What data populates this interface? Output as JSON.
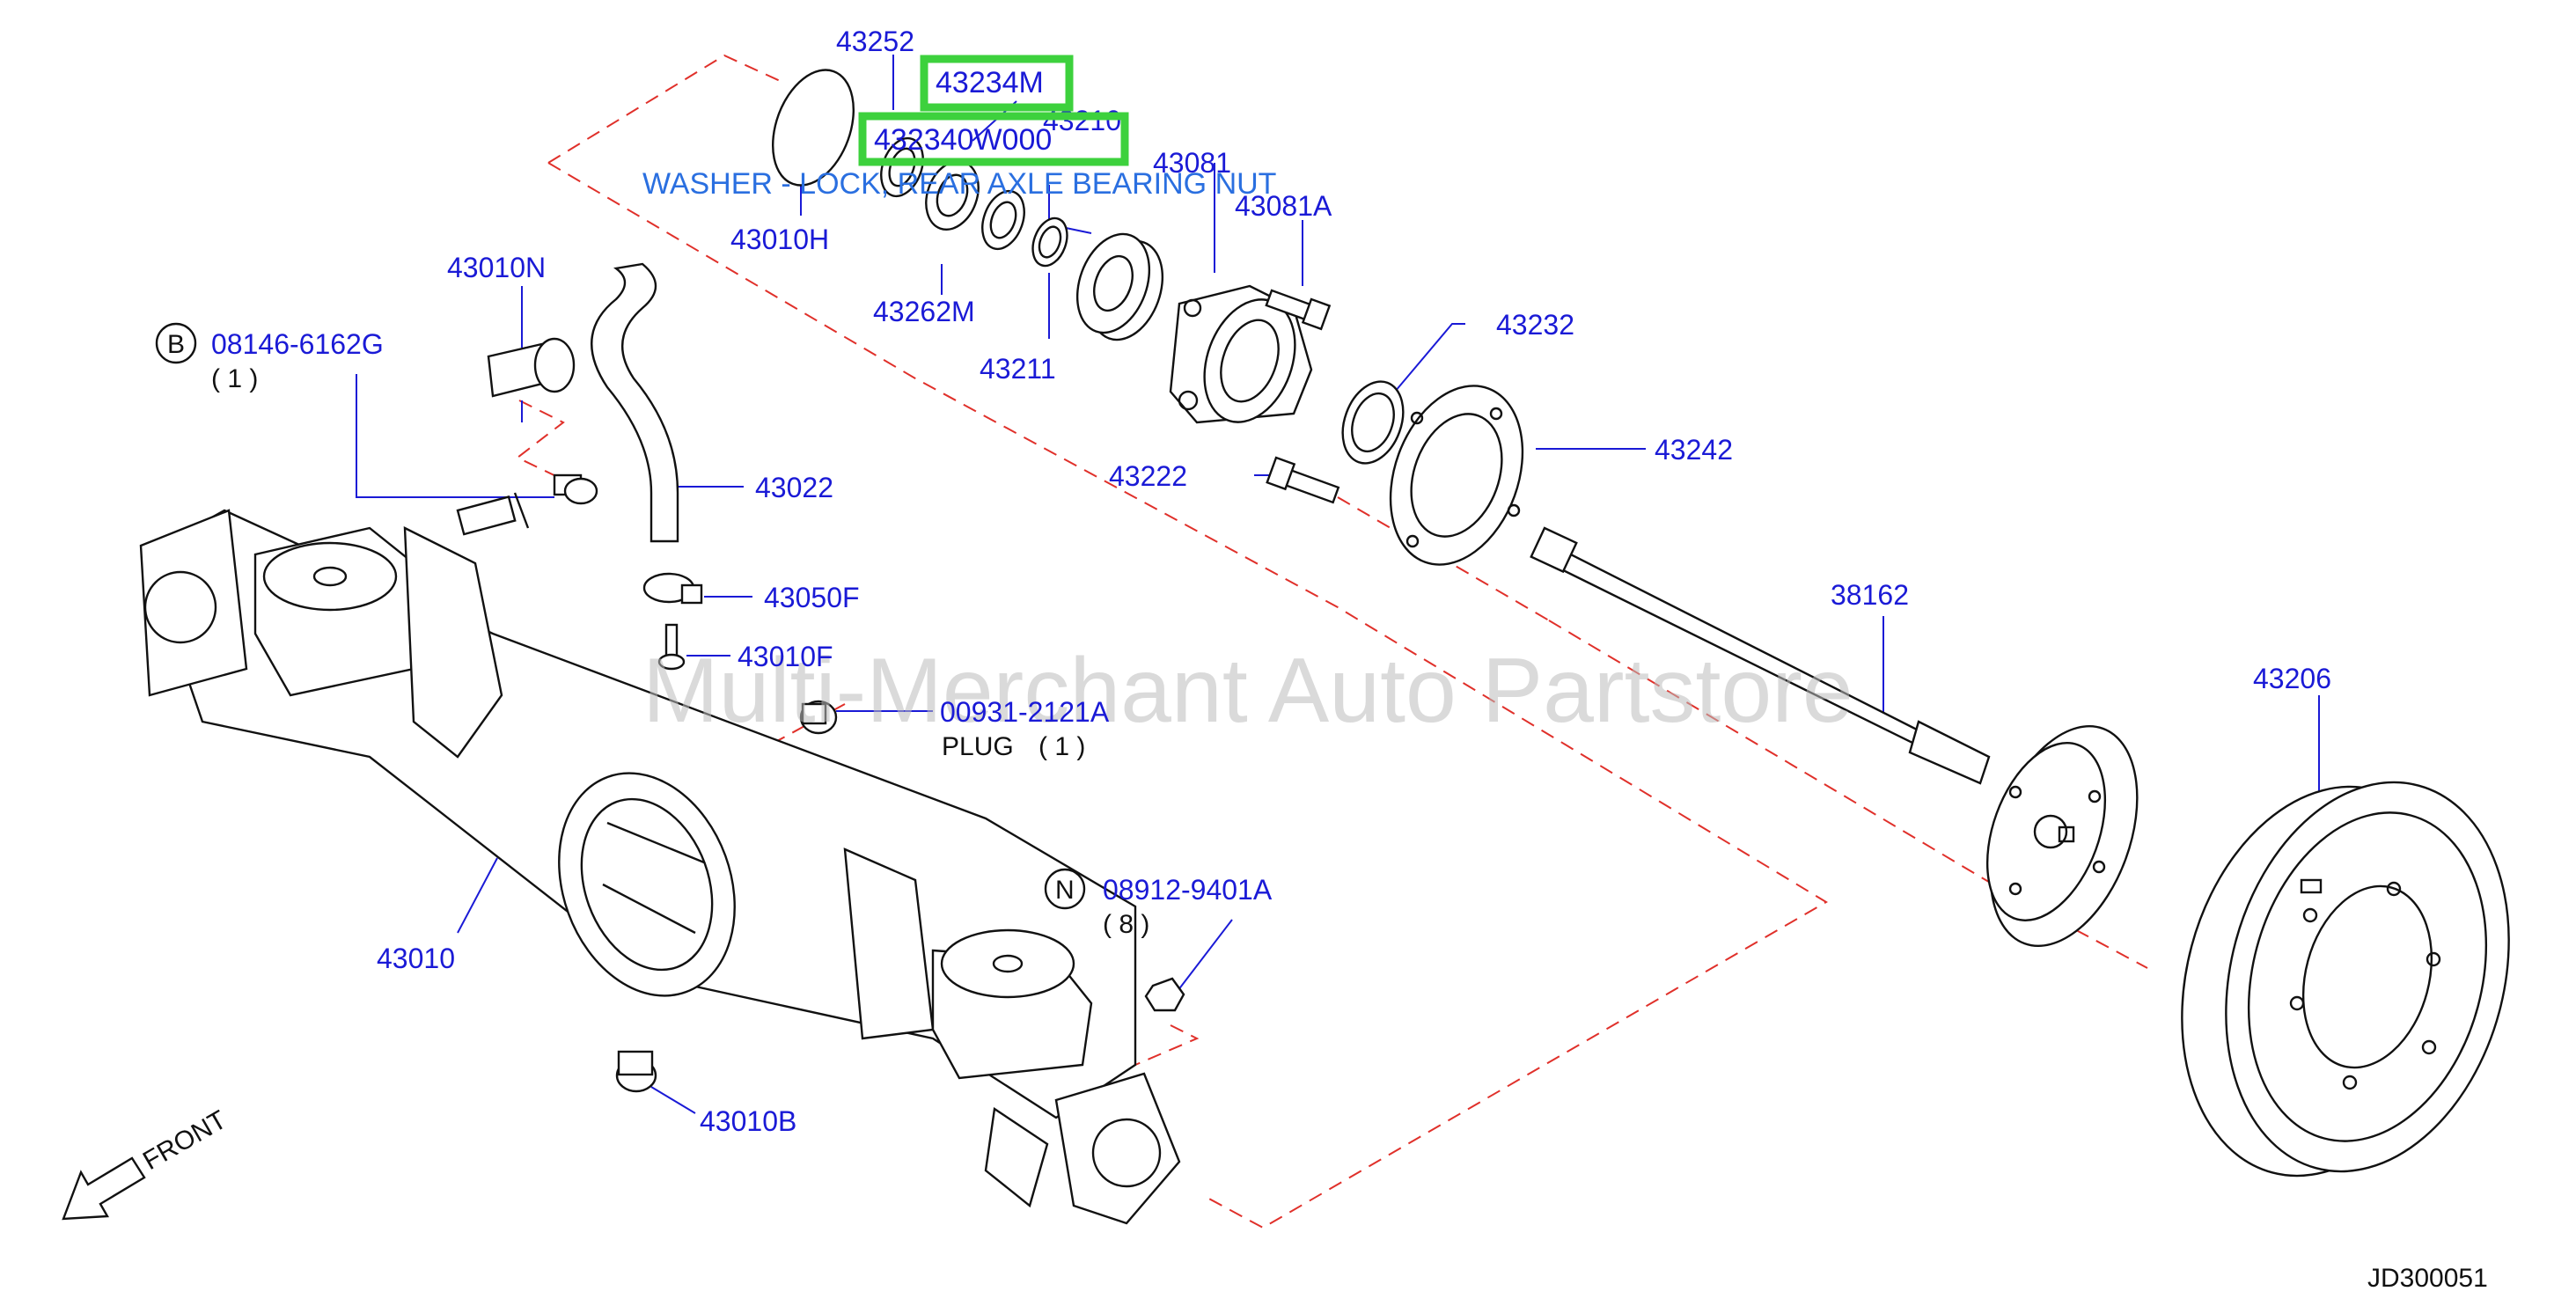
{
  "diagram_id": "JD300051",
  "watermark": "Multi-Merchant Auto Partstore",
  "highlight": {
    "label_1": "43234M",
    "label_2": "432340W000",
    "description": "WASHER - LOCK, REAR AXLE BEARING NUT",
    "color": "#3dd13d"
  },
  "front_label": "FRONT",
  "callouts": {
    "p43252": "43252",
    "p43210": "43210",
    "p43081": "43081",
    "p43081A": "43081A",
    "p43010H": "43010H",
    "p43262M": "43262M",
    "p43211": "43211",
    "p43232": "43232",
    "p43242": "43242",
    "p43222": "43222",
    "p43010N": "43010N",
    "p43022": "43022",
    "p43050F": "43050F",
    "p43010F": "43010F",
    "p38162": "38162",
    "p43206": "43206",
    "p43010": "43010",
    "p43010B": "43010B"
  },
  "fasteners": {
    "bolt_b": {
      "symbol": "B",
      "part": "08146-6162G",
      "qty": "( 1 )"
    },
    "nut_n": {
      "symbol": "N",
      "part": "08912-9401A",
      "qty": "( 8 )"
    },
    "plug": {
      "part": "00931-2121A",
      "label": "PLUG",
      "qty": "( 1 )"
    }
  },
  "colors": {
    "part_number": "#1a1ad6",
    "description": "#2a6fe0",
    "leader_dash": "#e0302a",
    "highlight_box": "#3dd13d"
  }
}
